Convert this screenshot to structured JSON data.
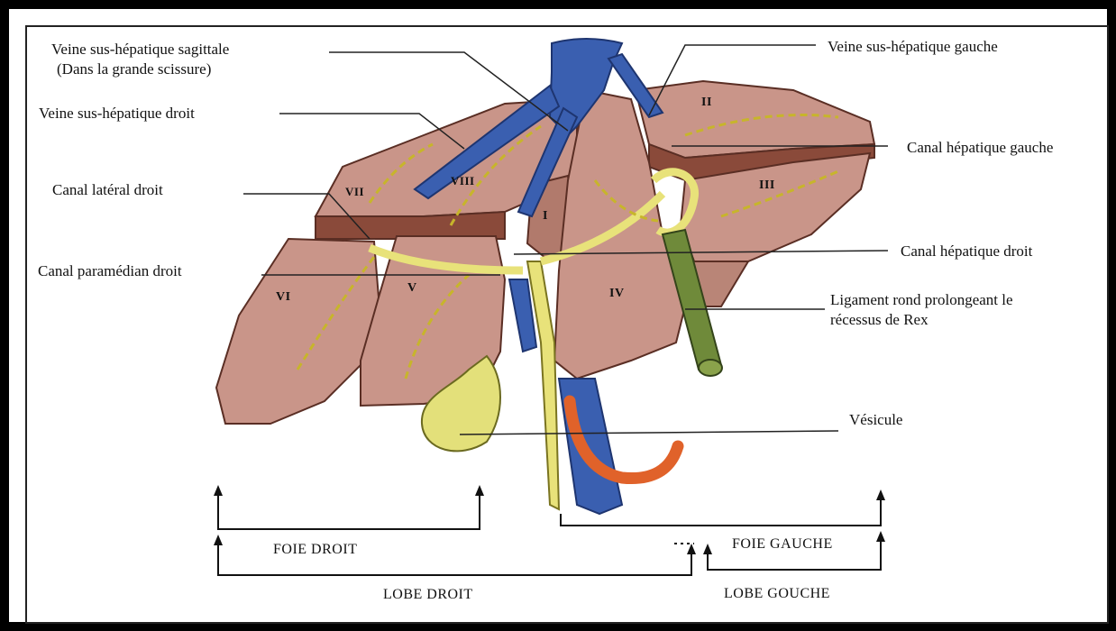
{
  "labels": {
    "sagittale_1": "Veine sus-hépatique sagittale",
    "sagittale_2": "(Dans la grande scissure)",
    "droit_vein": "Veine sus-hépatique droit",
    "lateral": "Canal latéral droit",
    "paramedian": "Canal paramédian droit",
    "gauche_vein": "Veine sus-hépatique gauche",
    "canal_gauche": "Canal hépatique gauche",
    "canal_droit": "Canal hépatique droit",
    "ligament_1": "Ligament rond prolongeant le",
    "ligament_2": "récessus de Rex",
    "vesicule": "Vésicule"
  },
  "segments": [
    "I",
    "II",
    "III",
    "IV",
    "V",
    "VI",
    "VII",
    "VIII"
  ],
  "captions": {
    "foie_droit": "FOIE DROIT",
    "foie_gauche": "FOIE GAUCHE",
    "lobe_droit": "LOBE DROIT",
    "lobe_gauche": "LOBE GOUCHE"
  },
  "colors": {
    "liver": "#c99589",
    "liver_cut": "#8a4a3a",
    "vein": "#3a5fb0",
    "bile": "#e8e27a",
    "ligament": "#6f8a3a",
    "artery": "#e0622a"
  }
}
